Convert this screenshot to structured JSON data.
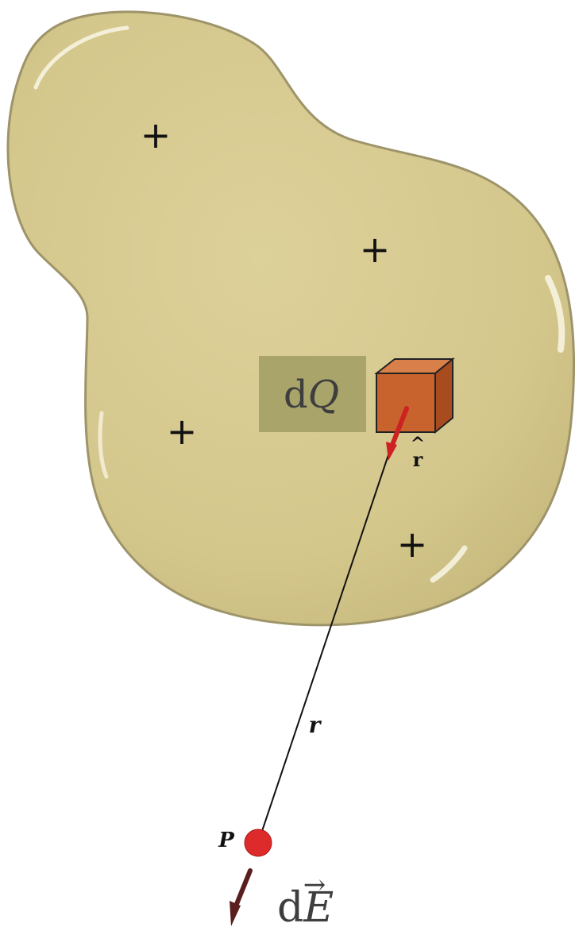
{
  "figure": {
    "charge_signs": [
      "+",
      "+",
      "+",
      "+"
    ],
    "charge_element": {
      "label_d": "d",
      "label_q": "Q"
    },
    "unit_vector": {
      "label": "r",
      "hat": "^"
    },
    "distance_label": "r",
    "point_label": "P",
    "field_label": {
      "label_d": "d",
      "label_e": "E",
      "arrow": "→"
    },
    "colors": {
      "body_fill": "#d6c98f",
      "body_edge": "#9e946a",
      "cube_front": "#c8632d",
      "cube_top": "#d9804a",
      "cube_side": "#a84c20",
      "label_box": "#a8a46a",
      "vector_red": "#cc2222",
      "point_red": "#dd2a2a",
      "field_arrow": "#5a1e1e"
    }
  }
}
